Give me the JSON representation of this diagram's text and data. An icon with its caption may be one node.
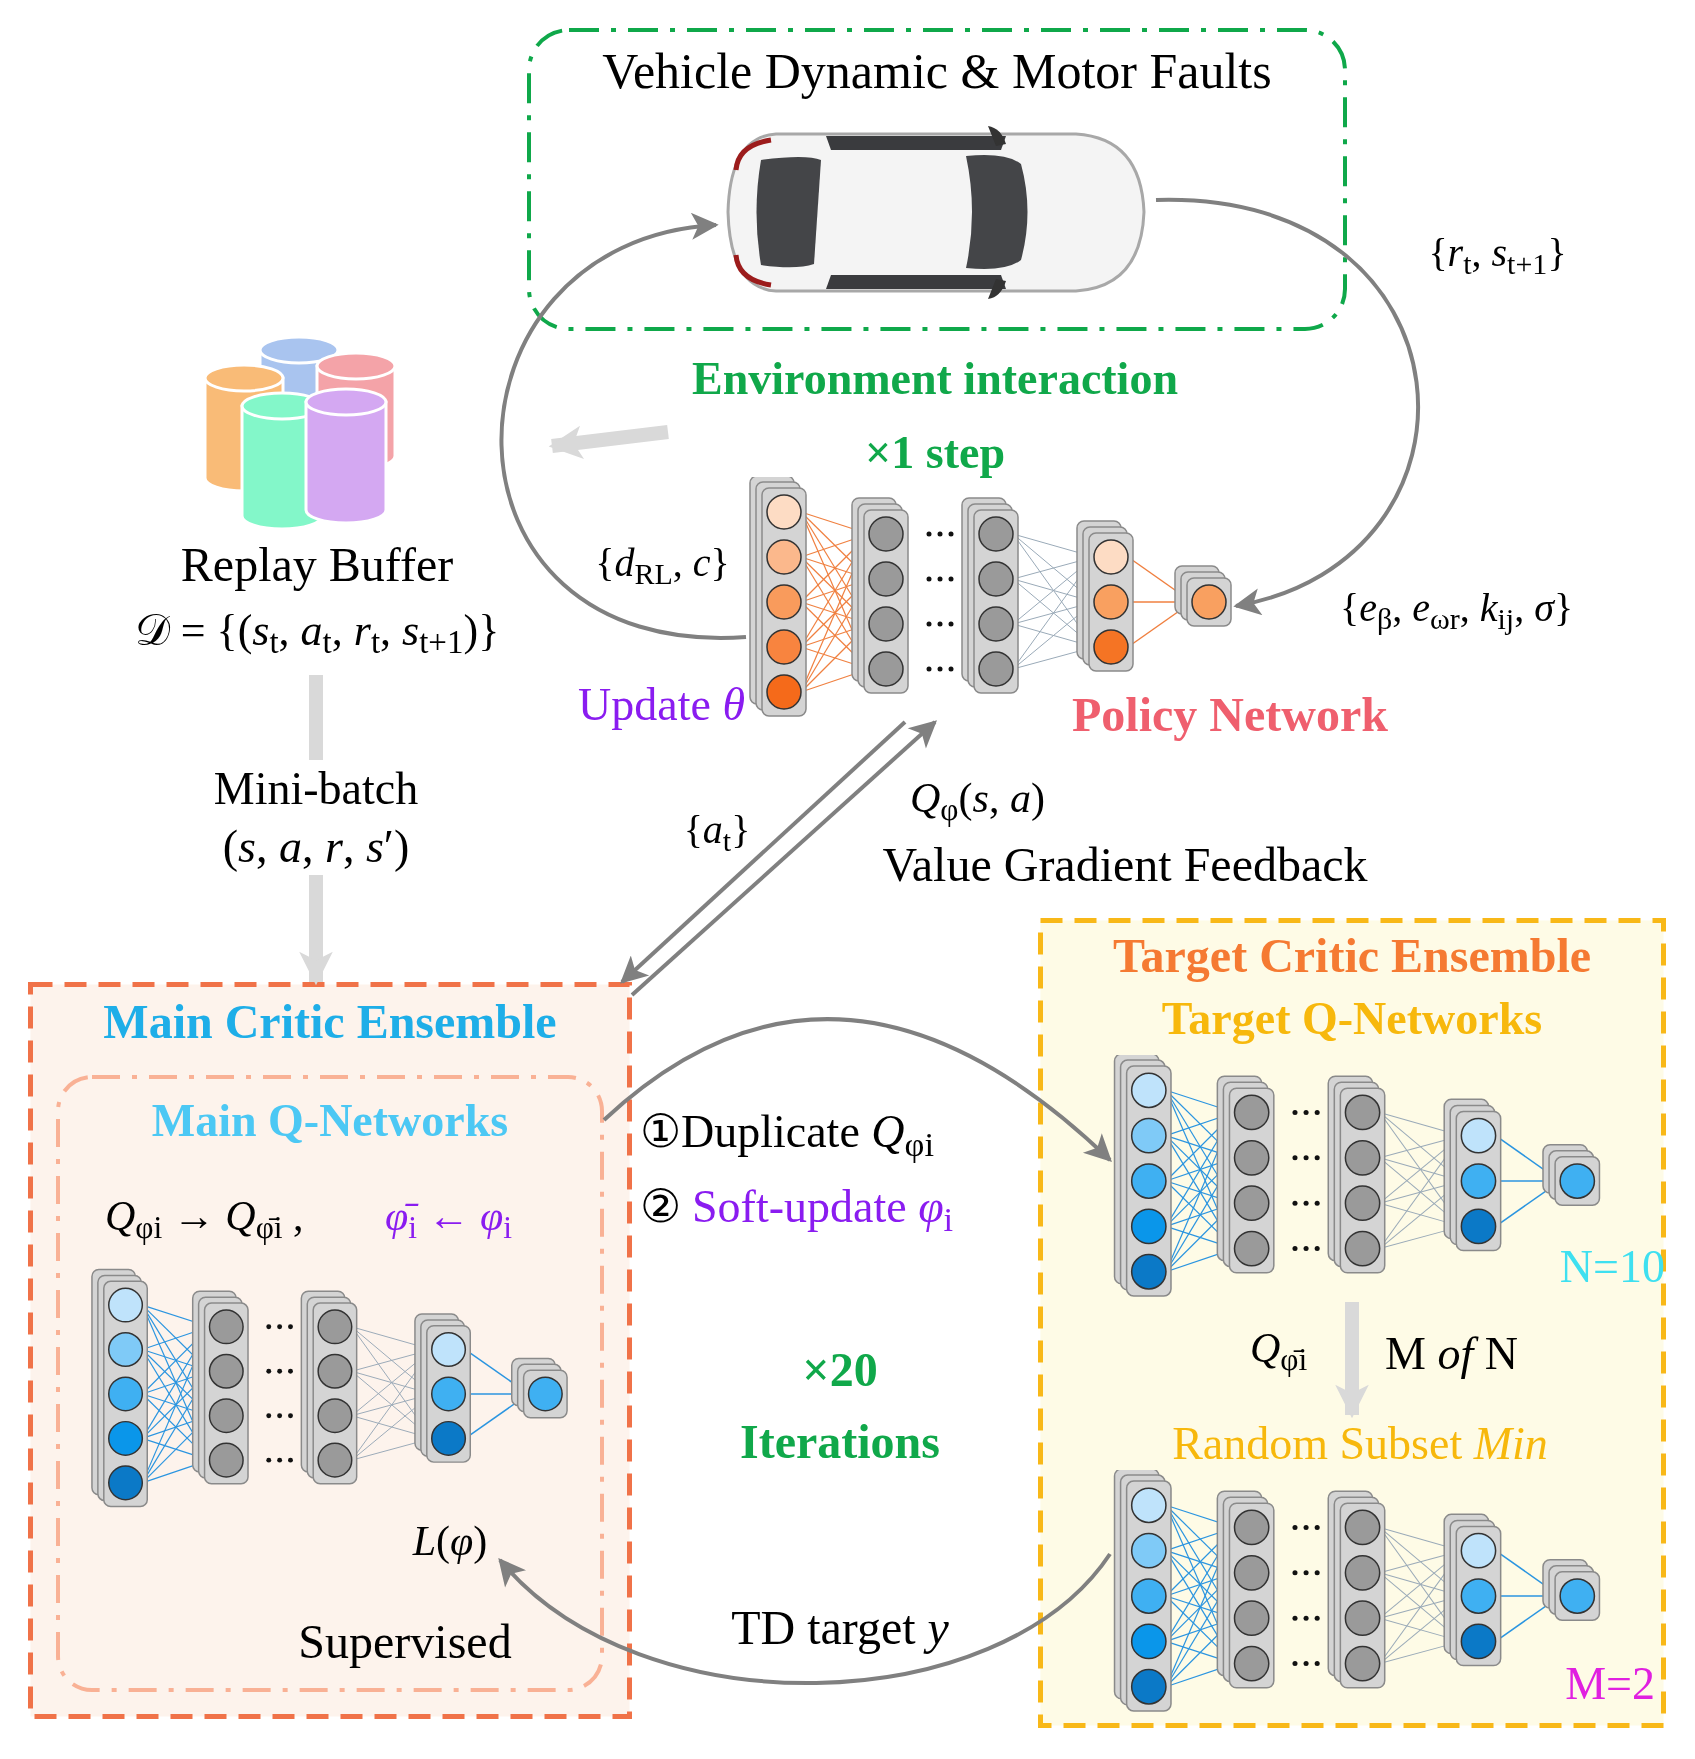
{
  "diagram": {
    "nodes": [
      {
        "text": [
          "Vehicle Dynamic & Motor Faults"
        ]
      },
      {
        "text": [],
        "shape": "picture",
        "in": 0
      },
      {
        "text": [
          "Replay Buffer",
          "𝒟 = {(*s*$_{t}$, *a*$_{t}$, *r*$_{t}$, *s*$_{t+1}$)}"
        ]
      },
      {
        "text": [],
        "shape": "picture",
        "beside": [
          "Policy Network"
        ]
      },
      {
        "text": [
          "Main Critic Ensemble"
        ]
      },
      {
        "text": [
          "Main Q-Networks",
          "*Q*$_{φi}$ → *Q*$_{φ̄i}$ ,",
          "*φ̄*$_{i}$ ← *φ*$_{i}$",
          "Supervised"
        ],
        "in": 4
      },
      {
        "text": [],
        "shape": "picture",
        "in": 5
      },
      {
        "text": [
          "*L*(*φ*)"
        ],
        "in": 5
      },
      {
        "text": [
          "Target Critic Ensemble",
          "Target Q-Networks"
        ]
      },
      {
        "text": [],
        "shape": "picture",
        "in": 8,
        "beside": [
          "N=10"
        ]
      },
      {
        "text": [
          "Random Subset *Min*"
        ],
        "in": 8,
        "beside": [
          "M=2"
        ]
      }
    ],
    "edges": [
      {
        "from": 3,
        "to": 1,
        "arrow": "to",
        "label": "{*d*$_{RL}$, *c*}"
      },
      {
        "from": 1,
        "to": 3,
        "arrow": "to",
        "label": "{*r*$_{t}$, *s*$_{t+1}$}"
      },
      {
        "from": null,
        "to": 2,
        "arrow": "to",
        "style": "thick",
        "color": "#d9d9d9"
      },
      {
        "from": 2,
        "to": 4,
        "arrow": "to",
        "style": "thick",
        "color": "#d9d9d9",
        "label": "Mini-batch (*s*, *a*, *r*, *s*′)"
      },
      {
        "from": 3,
        "to": 4,
        "arrow": "to",
        "label": "{*a*$_{t}$}"
      },
      {
        "from": 4,
        "to": 3,
        "arrow": "to",
        "label": "Value Gradient Feedback"
      },
      {
        "from": 5,
        "to": 9,
        "arrow": "to"
      },
      {
        "from": 9,
        "to": 10,
        "arrow": "to",
        "style": "thick",
        "color": "#d9d9d9"
      },
      {
        "from": 10,
        "to": 7,
        "arrow": "to",
        "label": "TD target *y*"
      }
    ],
    "labels": [
      "Environment interaction",
      "×1 step",
      "Update *θ*",
      "{*e*$_{β}$, *e*$_{ωr}$, *k*$_{ij}$, *σ*}",
      "*Q*$_{φ}$(*s*, *a*)",
      "①Duplicate *Q*$_{φi}$",
      "②",
      "Soft-update *φ*$_{i}$",
      "×20",
      "Iterations",
      "*Q*$_{φ̄i}$",
      "M *of* N"
    ]
  }
}
